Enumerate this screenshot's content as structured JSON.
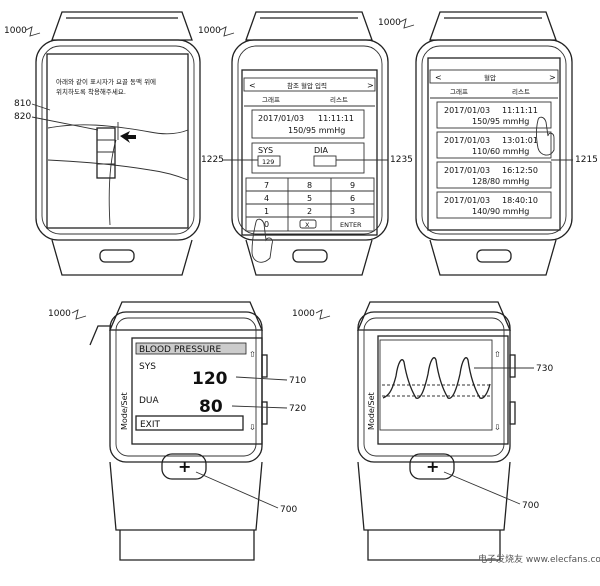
{
  "refs": {
    "device": "1000",
    "wrist_image": "810",
    "arrow_marker": "820",
    "sys_field": "1225",
    "dia_field": "1235",
    "list_region": "1215",
    "sys_value_ref": "710",
    "dia_value_ref": "720",
    "plus_button_ref": "700",
    "waveform_ref": "730"
  },
  "watch1": {
    "instruction_line1": "아래와 같이 표시자가 요골 동맥 위에",
    "instruction_line2": "위치하도록 착용해주세요."
  },
  "watch2": {
    "title": "참조 혈압 입력",
    "tab_graph": "그래프",
    "tab_list": "리스트",
    "entry_date": "2017/01/03",
    "entry_time": "11:11:11",
    "entry_value": "150/95 mmHg",
    "sys_label": "SYS",
    "sys_value": "129",
    "dia_label": "DIA",
    "keys": [
      "7",
      "8",
      "9",
      "4",
      "5",
      "6",
      "1",
      "2",
      "3",
      "0",
      "X",
      "ENTER"
    ]
  },
  "watch3": {
    "title": "혈압",
    "tab_graph": "그래프",
    "tab_list": "리스트",
    "records": [
      {
        "date": "2017/01/03",
        "time": "11:11:11",
        "value": "150/95 mmHg"
      },
      {
        "date": "2017/01/03",
        "time": "13:01:01",
        "value": "110/60 mmHg"
      },
      {
        "date": "2017/01/03",
        "time": "16:12:50",
        "value": "128/80 mmHg"
      },
      {
        "date": "2017/01/03",
        "time": "18:40:10",
        "value": "140/90 mmHg"
      }
    ]
  },
  "watch4": {
    "header": "BLOOD PRESSURE",
    "sys_label": "SYS",
    "sys_value": "120",
    "dia_label": "DUA",
    "dia_value": "80",
    "exit_label": "EXIT",
    "side_label": "Mode/Set",
    "plus": "+"
  },
  "watch5": {
    "side_label": "Mode/Set",
    "plus": "+"
  },
  "watermark": "电子发烧友 www.elecfans.com"
}
